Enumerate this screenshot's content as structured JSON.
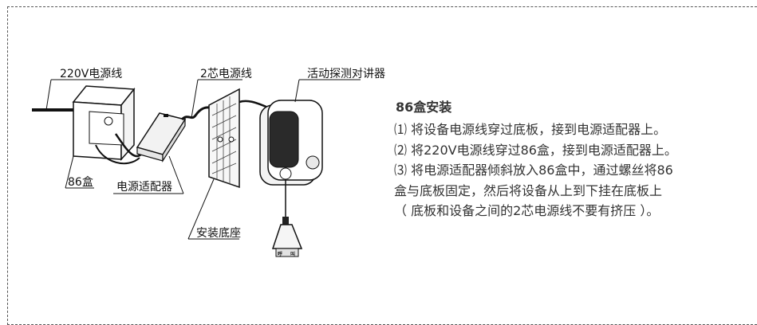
{
  "labels": {
    "cable_220v": "220V电源线",
    "cable_2core": "2芯电源线",
    "device": "活动探测对讲器",
    "box_86": "86盒",
    "adapter": "电源适配器",
    "base": "安装底座"
  },
  "pendant_buttons": [
    "呼",
    "叫"
  ],
  "instructions": {
    "title": "86盒安装",
    "steps": [
      "⑴ 将设备电源线穿过底板，接到电源适配器上。",
      "⑵ 将220V电源线穿过86盒，接到电源适配器上。",
      "⑶ 将电源适配器倾斜放入86盒中，通过螺丝将86",
      "盒与底板固定，然后将设备从上到下挂在底板上",
      "（ 底板和设备之间的2芯电源线不要有挤压 ）。"
    ]
  }
}
